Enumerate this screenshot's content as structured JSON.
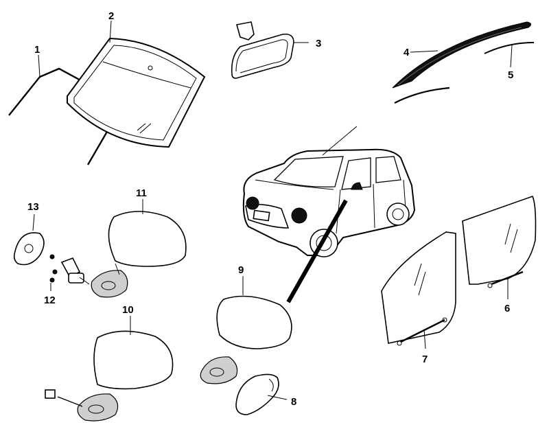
{
  "colors": {
    "background": "#ffffff",
    "line": "#000000",
    "shade": "#cfcfcf"
  },
  "callouts": {
    "c1": "1",
    "c2": "2",
    "c3": "3",
    "c4": "4",
    "c5": "5",
    "c6": "6",
    "c7": "7",
    "c8": "8",
    "c9": "9",
    "c10": "10",
    "c11": "11",
    "c12": "12",
    "c13": "13"
  }
}
